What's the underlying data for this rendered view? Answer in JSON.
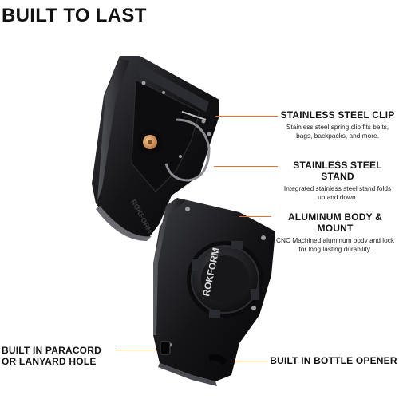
{
  "header": {
    "title": "BUILT TO LAST"
  },
  "colors": {
    "accent": "#f26f22",
    "body": "#17171a"
  },
  "brand": {
    "logo_text": "ROKFORM"
  },
  "callouts": [
    {
      "title": "STAINLESS STEEL CLIP",
      "desc_lines": [
        "Stainless steel spring clip fits belts,",
        "bags, backpacks, and more."
      ]
    },
    {
      "title": "STAINLESS STEEL STAND",
      "desc_lines": [
        "Integrated stainless steel stand folds",
        "up and down."
      ]
    },
    {
      "title": "ALUMINUM BODY & MOUNT",
      "desc_lines": [
        "CNC Machined aluminum body and lock",
        "for long lasting durability."
      ]
    },
    {
      "title_lines": [
        "BUILT IN PARACORD",
        "OR LANYARD HOLE"
      ]
    },
    {
      "title": "BUILT IN BOTTLE OPENER"
    }
  ]
}
